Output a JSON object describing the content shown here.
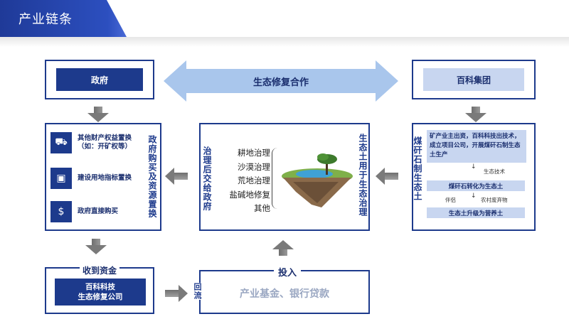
{
  "header": {
    "title": "产业链条"
  },
  "government": {
    "label": "政府",
    "side_label": "政府购买及资源置换",
    "items": [
      {
        "icon": "truck-icon",
        "label": "其他财产权益置换\n（如：开矿权等）"
      },
      {
        "icon": "factory-icon",
        "label": "建设用地指标置换"
      },
      {
        "icon": "coins-icon",
        "label": "政府直接购买"
      }
    ]
  },
  "cooperation": {
    "label": "生态修复合作"
  },
  "baike_group": {
    "label": "百科集团",
    "side_label": "煤矸石制生态土",
    "intro": "矿产业主出资，百科科技出技术，成立项目公司，开展煤矸石制生态土生产",
    "note_tech": "生态技术",
    "step1": "煤矸石转化为生态土",
    "note_companion": "伴侣",
    "note_waste": "农村废弃物",
    "step2": "生态土升级为营养土"
  },
  "center": {
    "left_label": "治理后交给政府",
    "right_label": "生态土用于生态治理",
    "items": [
      "耕地治理",
      "沙漠治理",
      "荒地治理",
      "盐碱地修复",
      "其他"
    ]
  },
  "funds": {
    "label": "收到资金",
    "company": "百科科技\n生态修复公司"
  },
  "backflow": {
    "label": "回流"
  },
  "invest": {
    "label": "投入",
    "sources": "产业基金、银行贷款"
  },
  "colors": {
    "navy": "#1d3a8c",
    "pale_blue": "#c8d6f0",
    "light_arrow": "#a9c6ec"
  }
}
